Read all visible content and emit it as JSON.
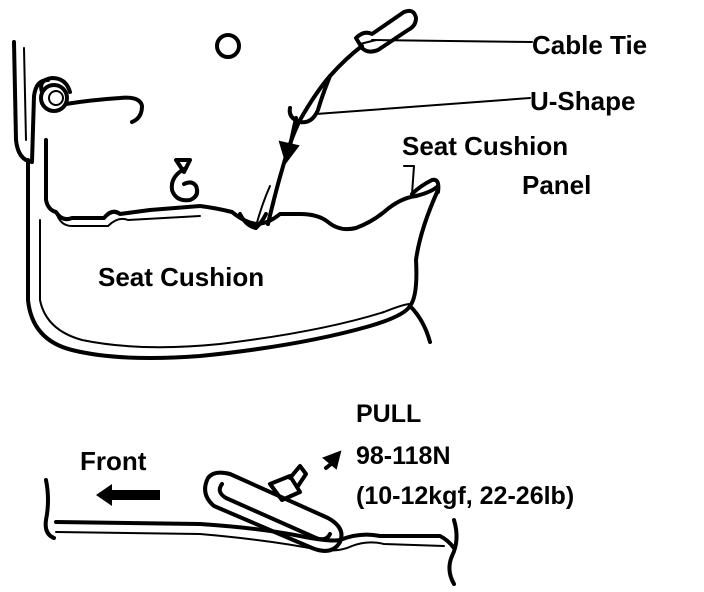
{
  "labels": {
    "cable_tie": "Cable Tie",
    "u_shape": "U-Shape",
    "seat_cushion_panel_line1": "Seat Cushion",
    "seat_cushion_panel_line2": "Panel",
    "seat_cushion": "Seat Cushion",
    "pull": "PULL",
    "force_newton": "98-118N",
    "force_other_units": "(10-12kgf, 22-26lb)",
    "front": "Front"
  },
  "colors": {
    "ink": "#000000",
    "paper": "#ffffff"
  }
}
